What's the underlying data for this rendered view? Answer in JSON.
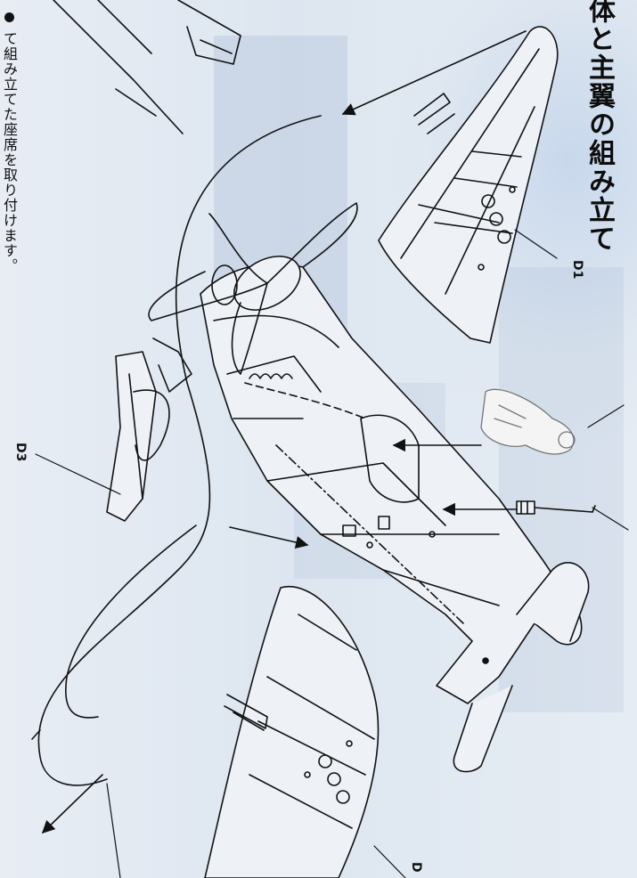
{
  "heading": {
    "text": "体と主翼の組み立て"
  },
  "instruction": {
    "text": "て組み立てた座席を取り付けます。"
  },
  "parts": {
    "wing_right": "D1",
    "canopy": "D3",
    "wing_left": "D"
  },
  "colors": {
    "paper": "#dfe7f1",
    "ink": "#111111",
    "pilot": "#8a8a8a"
  },
  "icons": {
    "bullet": "filled-circle-bullet"
  }
}
